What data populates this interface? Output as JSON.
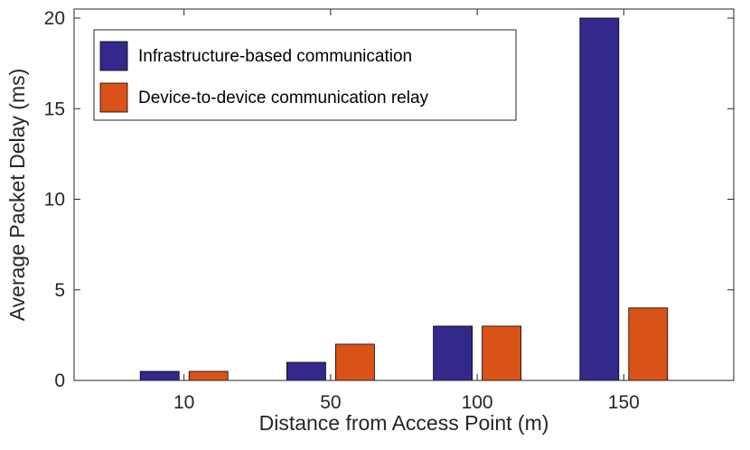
{
  "chart_data": {
    "type": "bar",
    "categories": [
      "10",
      "50",
      "100",
      "150"
    ],
    "series": [
      {
        "name": "Infrastructure-based communication",
        "values": [
          0.5,
          1,
          3,
          20
        ],
        "color": "#33298A"
      },
      {
        "name": "Device-to-device communication relay",
        "values": [
          0.5,
          2,
          3,
          4
        ],
        "color": "#D95319"
      }
    ],
    "title": "",
    "xlabel": "Distance from Access Point (m)",
    "ylabel": "Average Packet Delay (ms)",
    "ylim": [
      0,
      20.5
    ],
    "yticks": [
      "0",
      "5",
      "10",
      "15",
      "20"
    ],
    "grid": false,
    "legend_position": "top-left"
  }
}
